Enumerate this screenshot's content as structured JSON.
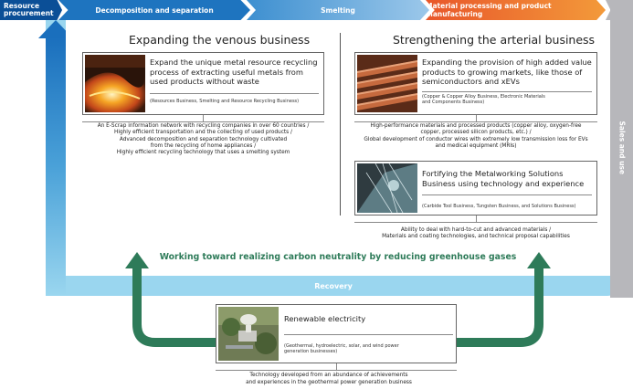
{
  "flow_bar": {
    "procurement": "Resource procurement",
    "decomposition": "Decomposition and separation",
    "smelting": "Smelting",
    "material": "Material processing and product manufacturing",
    "sales": "Sales and use",
    "recovery": "Recovery"
  },
  "left": {
    "title": "Expanding the venous business",
    "card_title": "Expand the unique metal resource recycling process of extracting useful metals from used products without waste",
    "card_sub": "(Resources Business, Smelting and Resource Recycling Business)",
    "desc": "An E-Scrap information network with recycling companies in over 60 countries /\nHighly efficient transportation and the collecting of used products /\nAdvanced decomposition and separation technology cultivated\nfrom the recycling of home appliances /\nHighly efficient recycling technology that uses a smelting system"
  },
  "right": {
    "title": "Strengthening the arterial business",
    "card1_title": "Expanding the provision of high added value products to growing markets, like those of semiconductors and xEVs",
    "card1_sub": "(Copper & Copper Alloy Business, Electronic Materials\nand Components Business)",
    "desc1": "High-performance materials and processed products (copper alloy, oxygen-free\ncopper, processed silicon products, etc.) /\nGlobal development of conductor wires with extremely low transmission loss for EVs\nand medical equipment (MRIs)",
    "card2_title": "Fortifying the Metalworking Solutions Business using technology and experience",
    "card2_sub": "(Carbide Tool Business, Tungsten Business, and Solutions Business)",
    "desc2": "Ability to deal with hard-to-cut and advanced materials /\nMaterials and coating technologies, and technical proposal capabilities"
  },
  "carbon": "Working toward realizing carbon neutrality by reducing greenhouse gases",
  "bottom": {
    "card_title": "Renewable electricity",
    "card_sub": "(Geothermal, hydroelectric, solar, and wind power\ngeneration businesses)",
    "desc": "Technology developed from an abundance of achievements\nand experiences in the geothermal power generation business"
  },
  "colors": {
    "procurement": "#0b4f97",
    "decomposition": "#1e74bf",
    "material": "#e8562a",
    "recovery": "#9ad6ef",
    "sales": "#b7b7bb",
    "green": "#2e7b59"
  }
}
